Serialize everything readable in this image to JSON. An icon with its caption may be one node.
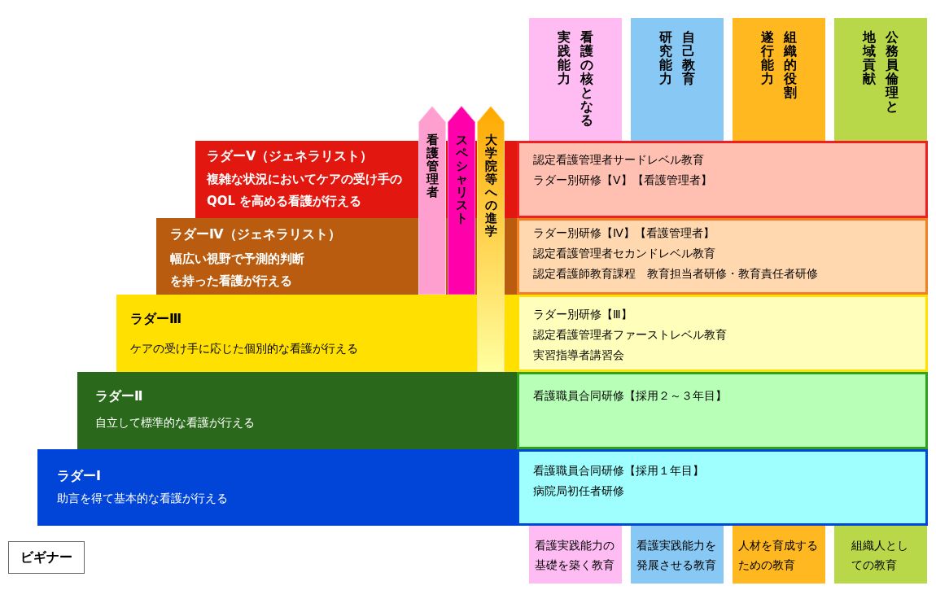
{
  "diagram": {
    "nodes": [
      {
        "text": [
          "看護の核となる実践能力"
        ]
      },
      {
        "text": [
          "自己教育研究能力"
        ]
      },
      {
        "text": [
          "組織的役割遂行能力"
        ]
      },
      {
        "text": [
          "公務員倫理と地域貢献"
        ]
      },
      {
        "text": [
          "看護管理者"
        ]
      },
      {
        "text": [
          "スペシャリスト"
        ]
      },
      {
        "text": [
          "大学院等への進学"
        ]
      },
      {
        "text": [
          "ラダーⅤ（ジェネラリスト）",
          "複雑な状況においてケアの受け手のQOL を高める看護が行える"
        ]
      },
      {
        "text": [
          "認定看護管理者サードレベル教育",
          "ラダー別研修【Ⅴ】【看護管理者】"
        ]
      },
      {
        "text": [
          "ラダーⅣ（ジェネラリスト）",
          "幅広い視野で予測的判断を持った看護が行える"
        ]
      },
      {
        "text": [
          "ラダー別研修【Ⅳ】【看護管理者】",
          "認定看護管理者セカンドレベル教育",
          "認定看護師教育課程　教育担当者研修・教育責任者研修"
        ]
      },
      {
        "text": [
          "ラダーⅢ",
          "ケアの受け手に応じた個別的な看護が行える"
        ]
      },
      {
        "text": [
          "ラダー別研修【Ⅲ】",
          "認定看護管理者ファーストレベル教育",
          "実習指導者講習会"
        ]
      },
      {
        "text": [
          "ラダーⅡ",
          "自立して標準的な看護が行える"
        ]
      },
      {
        "text": [
          "看護職員合同研修【採用２～３年目】"
        ]
      },
      {
        "text": [
          "ラダーⅠ",
          "助言を得て基本的な看護が行える"
        ]
      },
      {
        "text": [
          "看護職員合同研修【採用１年目】",
          "病院局初任者研修"
        ]
      },
      {
        "text": [
          "ビギナー"
        ]
      },
      {
        "text": [
          "看護実践能力の基礎を築く教育"
        ]
      },
      {
        "text": [
          "看護実践能力を発展させる教育"
        ]
      },
      {
        "text": [
          "人材を育成するための教育"
        ]
      },
      {
        "text": [
          "組織人としての教育"
        ]
      }
    ]
  }
}
